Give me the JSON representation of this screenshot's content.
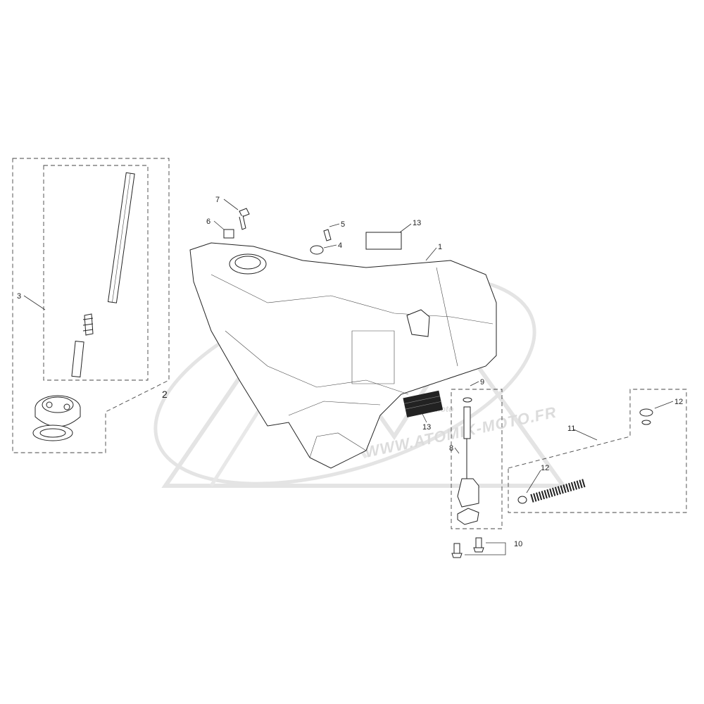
{
  "callouts": {
    "c1": "1",
    "c2": "2",
    "c3": "3",
    "c4": "4",
    "c5": "5",
    "c6": "6",
    "c7": "7",
    "c8": "8",
    "c9": "9",
    "c10": "10",
    "c11": "11",
    "c12a": "12",
    "c12b": "12",
    "c13a": "13",
    "c13b": "13"
  },
  "watermark": {
    "site": "WWW.ATOMIK-MOTO.FR",
    "brand": "moto"
  },
  "colors": {
    "line": "#222222",
    "label_black": "#111111",
    "watermark": "#d9d9d9"
  }
}
